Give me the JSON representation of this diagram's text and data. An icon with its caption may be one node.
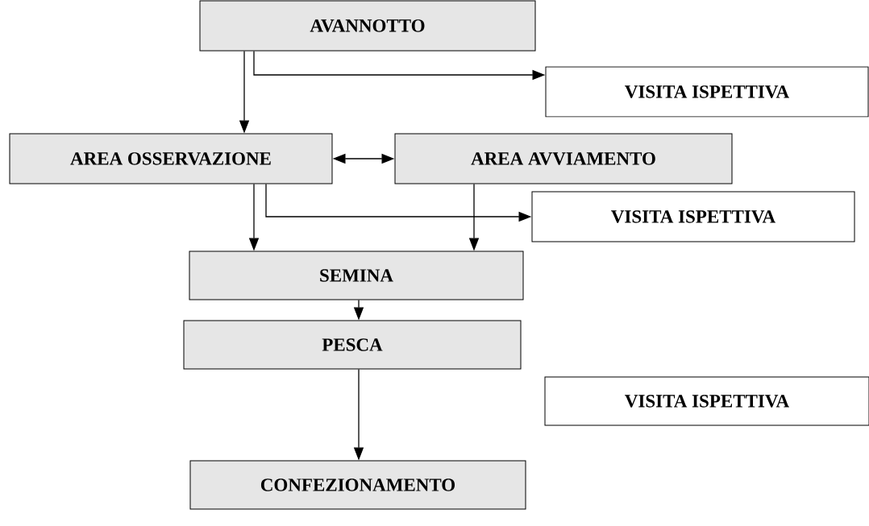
{
  "diagram": {
    "nodes": [
      {
        "text": [
          "AVANNOTTO"
        ]
      },
      {
        "text": [
          "VISITA ISPETTIVA"
        ]
      },
      {
        "text": [
          "AREA OSSERVAZIONE"
        ]
      },
      {
        "text": [
          "AREA  AVVIAMENTO"
        ]
      },
      {
        "text": [
          "VISITA ISPETTIVA"
        ]
      },
      {
        "text": [
          "SEMINA"
        ]
      },
      {
        "text": [
          "PESCA"
        ]
      },
      {
        "text": [
          "VISITA ISPETTIVA"
        ]
      },
      {
        "text": [
          "CONFEZIONAMENTO"
        ]
      }
    ],
    "edges": [
      {
        "from": 0,
        "to": 2,
        "arrow": "to"
      },
      {
        "from": 0,
        "to": 1,
        "arrow": "to"
      },
      {
        "from": 2,
        "to": 3,
        "arrow": "both"
      },
      {
        "from": 2,
        "to": 5,
        "arrow": "to"
      },
      {
        "from": 3,
        "to": 5,
        "arrow": "to"
      },
      {
        "from": 2,
        "to": 4,
        "arrow": "to"
      },
      {
        "from": 5,
        "to": 6,
        "arrow": "to"
      },
      {
        "from": 6,
        "to": 8,
        "arrow": "to"
      }
    ]
  }
}
